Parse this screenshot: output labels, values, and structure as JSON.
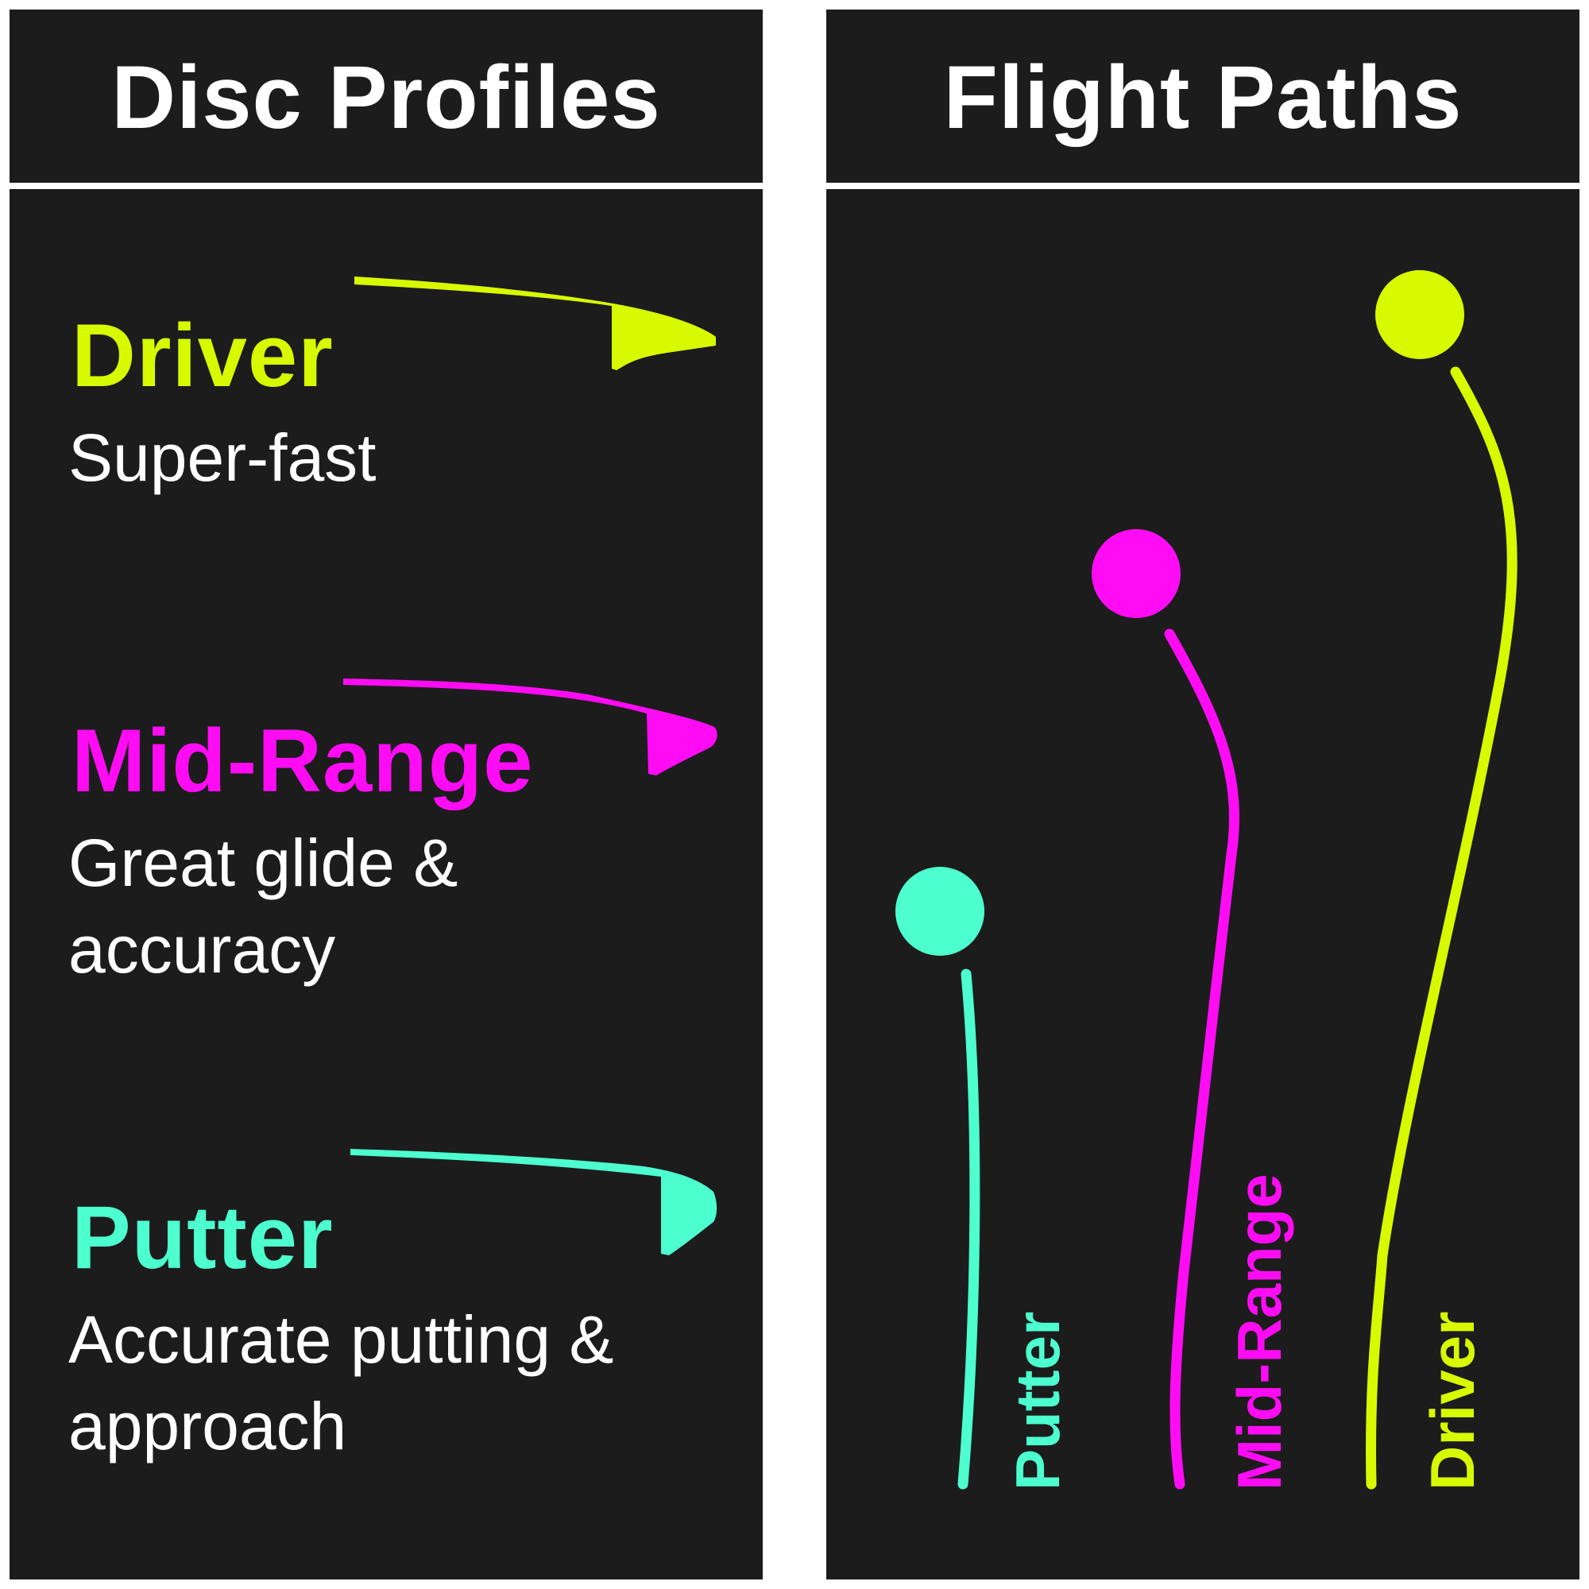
{
  "left_panel": {
    "title": "Disc Profiles",
    "discs": [
      {
        "name": "Driver",
        "description": "Super-fast",
        "color": "#d7fa00"
      },
      {
        "name": "Mid-Range",
        "description": "Great glide &\naccuracy",
        "color": "#ff0cf5"
      },
      {
        "name": "Putter",
        "description": "Accurate putting &\napproach",
        "color": "#4dffcf"
      }
    ]
  },
  "right_panel": {
    "title": "Flight Paths",
    "labels": {
      "putter": "Putter",
      "midrange": "Mid-Range",
      "driver": "Driver"
    }
  },
  "colors": {
    "panel_background": "#1c1c1c",
    "page_background": "#ffffff",
    "driver": "#d7fa00",
    "midrange": "#ff0cf5",
    "putter": "#4dffcf"
  }
}
